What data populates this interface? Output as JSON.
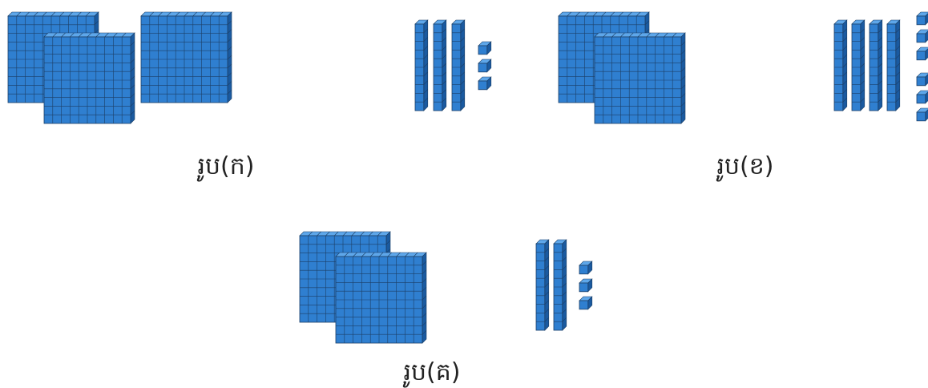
{
  "colors": {
    "front": "#2f7fd0",
    "top": "#5ea7ea",
    "side": "#1a5aa0",
    "grid_line": "#1c3f66",
    "background": "#ffffff"
  },
  "figures": [
    {
      "id": "a",
      "caption": "រូប(ក)",
      "flats": 3,
      "rods": 3,
      "units": 3
    },
    {
      "id": "b",
      "caption": "រូប(ខ)",
      "flats": 2,
      "rods": 4,
      "units": 6
    },
    {
      "id": "c",
      "caption": "រូប(គ)",
      "flats": 2,
      "rods": 2,
      "units": 3
    }
  ]
}
